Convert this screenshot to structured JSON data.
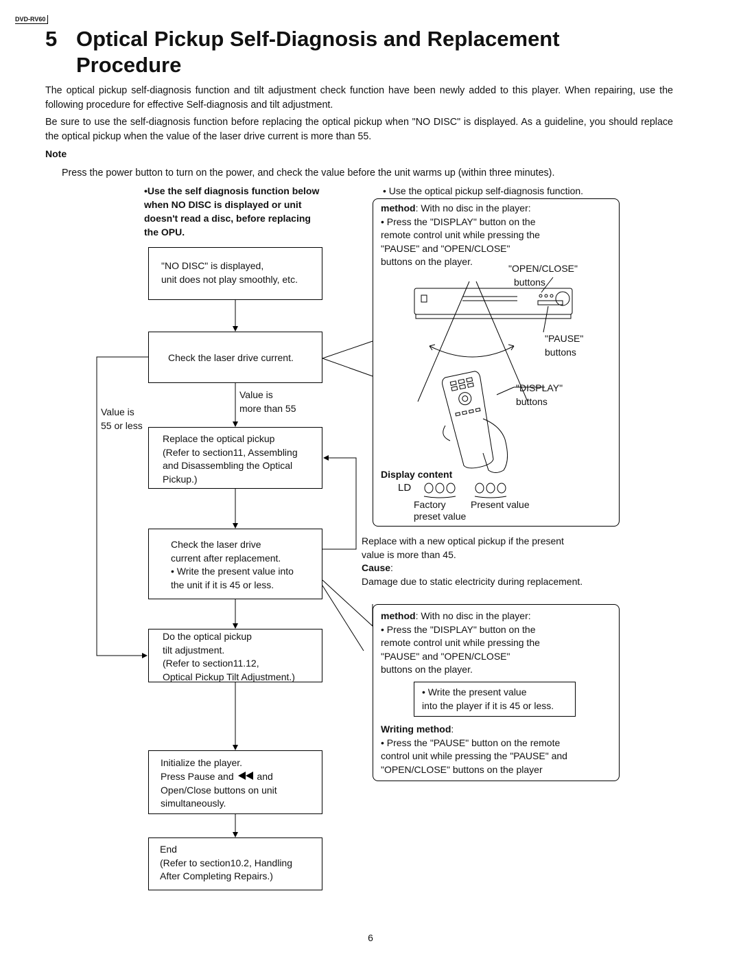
{
  "header": {
    "model": "DVD-RV60"
  },
  "section": {
    "number": "5",
    "title_line1": "Optical Pickup Self-Diagnosis and Replacement",
    "title_line2": "Procedure"
  },
  "intro": {
    "p1": "The optical pickup self-diagnosis function and tilt adjustment check function have been newly added to this player. When repairing, use the following procedure for effective Self-diagnosis and tilt adjustment.",
    "p2": "Be sure to use the self-diagnosis function before replacing the optical pickup when \"NO DISC\" is displayed. As a guideline, you should replace the optical pickup when the value of the laser drive current is more than 55."
  },
  "note": {
    "heading": "Note",
    "text": "Press the power button to turn on the power, and check the value before the unit warms up (within three minutes)."
  },
  "flow": {
    "lead": [
      "•Use the self diagnosis function below",
      "when NO DISC is displayed or unit",
      "doesn't read a disc, before replacing",
      "the OPU."
    ],
    "box1": [
      "\"NO DISC\" is displayed,",
      "unit does not play smoothly, etc."
    ],
    "box2": [
      "Check the laser drive current."
    ],
    "branch_more": [
      "Value is",
      "more than 55"
    ],
    "branch_less": [
      "Value is",
      "55 or less"
    ],
    "box3": [
      "Replace the optical pickup",
      "(Refer to section11, Assembling",
      "and Disassembling the Optical",
      "Pickup.)"
    ],
    "box4": [
      "Check the laser drive",
      "current after replacement.",
      "• Write the present value into",
      "the unit if it is 45 or less."
    ],
    "box5": [
      "Do the optical pickup",
      "tilt adjustment.",
      "(Refer to section11.12,",
      "Optical Pickup Tilt Adjustment.)"
    ],
    "box6": [
      "Initialize the player.",
      "Press Pause and",
      "and",
      "Open/Close buttons on unit",
      "simultaneously."
    ],
    "box7": [
      "End",
      "(Refer to section10.2, Handling",
      "After Completing Repairs.)"
    ]
  },
  "right": {
    "lead": "• Use the optical pickup self-diagnosis function.",
    "method1": {
      "label": "method",
      "rest": ": With no disc in the player:",
      "lines": [
        "• Press the \"DISPLAY\" button on the",
        "remote control unit while pressing the",
        "\"PAUSE\" and \"OPEN/CLOSE\"",
        "buttons on the player."
      ]
    },
    "illustration": {
      "open_close": [
        "\"OPEN/CLOSE\"",
        "buttons"
      ],
      "pause": [
        "\"PAUSE\"",
        "buttons"
      ],
      "display": [
        "\"DISPLAY\"",
        "buttons"
      ]
    },
    "display_content": {
      "heading": "Display content",
      "ld": "LD",
      "factory": [
        "Factory",
        "preset value"
      ],
      "present": "Present value"
    },
    "replace_note": [
      "Replace with a new optical pickup if the present",
      "value is more than 45."
    ],
    "cause": {
      "label": "Cause",
      "rest": ":",
      "text": "Damage due to static electricity during replacement."
    },
    "method2": {
      "label": "method",
      "rest": ": With no disc in the player:",
      "lines": [
        "• Press the \"DISPLAY\" button on the",
        "remote control unit while pressing the",
        "\"PAUSE\" and \"OPEN/CLOSE\"",
        "buttons on the player."
      ],
      "inner": [
        "• Write the present value",
        "into the player if it is 45 or less."
      ],
      "writing_label": "Writing method",
      "writing_rest": ":",
      "writing_lines": [
        "• Press the \"PAUSE\" button on the remote",
        "control unit while pressing the \"PAUSE\" and",
        "\"OPEN/CLOSE\" buttons on the player"
      ]
    }
  },
  "footer": {
    "page": "6"
  }
}
